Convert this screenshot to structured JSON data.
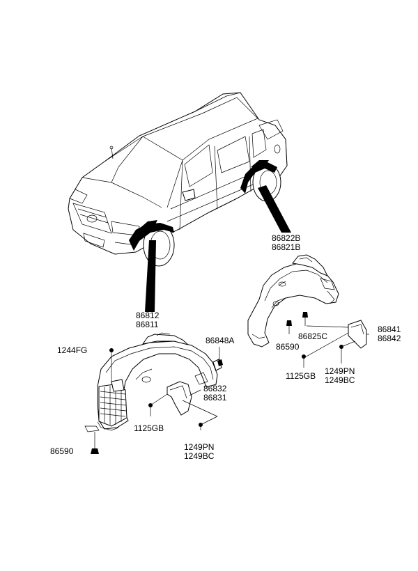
{
  "labels": {
    "front_upper": "86812",
    "front_lower": "86811",
    "rear_upper": "86822B",
    "rear_lower": "86821B",
    "bolt_1244fg": "1244FG",
    "clip_86848a": "86848A",
    "front_flap_upper": "86832",
    "front_flap_lower": "86831",
    "front_screw_1125gb": "1125GB",
    "front_screw_1249pn": "1249PN",
    "front_screw_1249bc": "1249BC",
    "front_clip_86590": "86590",
    "rear_clip_86825c": "86825C",
    "rear_clip_86590": "86590",
    "rear_flap_upper": "86841",
    "rear_flap_lower": "86842",
    "rear_screw_1125gb": "1125GB",
    "rear_screw_1249pn": "1249PN",
    "rear_screw_1249bc": "1249BC"
  },
  "colors": {
    "line": "#000000",
    "background": "#ffffff"
  }
}
